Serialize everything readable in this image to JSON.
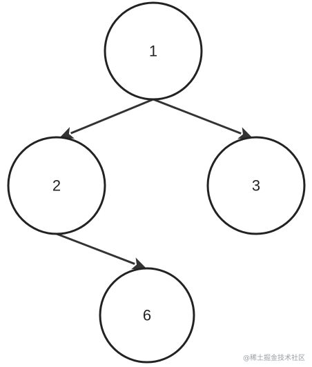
{
  "nodes": [
    {
      "id": "n1",
      "label": "1"
    },
    {
      "id": "n2",
      "label": "2"
    },
    {
      "id": "n3",
      "label": "3"
    },
    {
      "id": "n6",
      "label": "6"
    }
  ],
  "edges": [
    {
      "from": "n1",
      "to": "n2"
    },
    {
      "from": "n1",
      "to": "n3"
    },
    {
      "from": "n2",
      "to": "n6"
    }
  ],
  "watermark": "@稀土掘金技术社区",
  "colors": {
    "stroke": "#222222",
    "edge": "#333333",
    "background": "#ffffff",
    "watermark": "#9aa0a6"
  }
}
